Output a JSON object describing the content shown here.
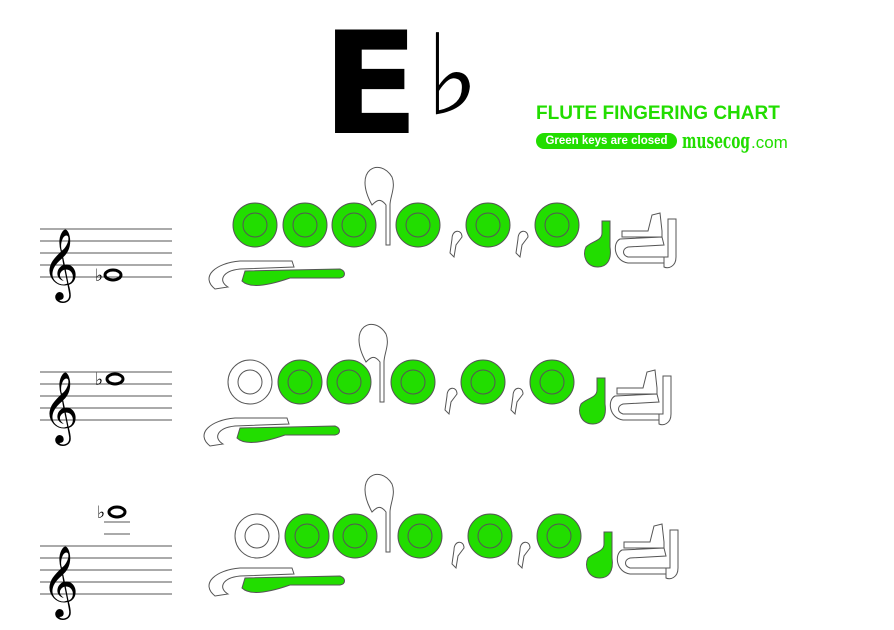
{
  "title": {
    "note_letter": "E",
    "accidental": "♭"
  },
  "chart": {
    "heading": "FLUTE FINGERING CHART",
    "legend": "Green keys are closed",
    "brand": {
      "logo_text": "musecog",
      "suffix": ".com"
    },
    "colors": {
      "closed_key": "#22dd00",
      "open_key": "#ffffff",
      "outline": "#555555",
      "ink": "#000000"
    }
  },
  "fingerings": [
    {
      "register": "low",
      "accidental": "♭",
      "keys": {
        "thumb": true,
        "lh1": true,
        "lh2": true,
        "lh3": true,
        "rh1": true,
        "rh2": true,
        "rh3": true,
        "pinky": true
      }
    },
    {
      "register": "middle",
      "accidental": "♭",
      "keys": {
        "thumb": true,
        "lh1": false,
        "lh2": true,
        "lh3": true,
        "rh1": true,
        "rh2": true,
        "rh3": true,
        "pinky": true
      }
    },
    {
      "register": "high",
      "accidental": "♭",
      "keys": {
        "thumb": true,
        "lh1": false,
        "lh2": true,
        "lh3": true,
        "rh1": true,
        "rh2": true,
        "rh3": true,
        "pinky": true
      }
    }
  ]
}
